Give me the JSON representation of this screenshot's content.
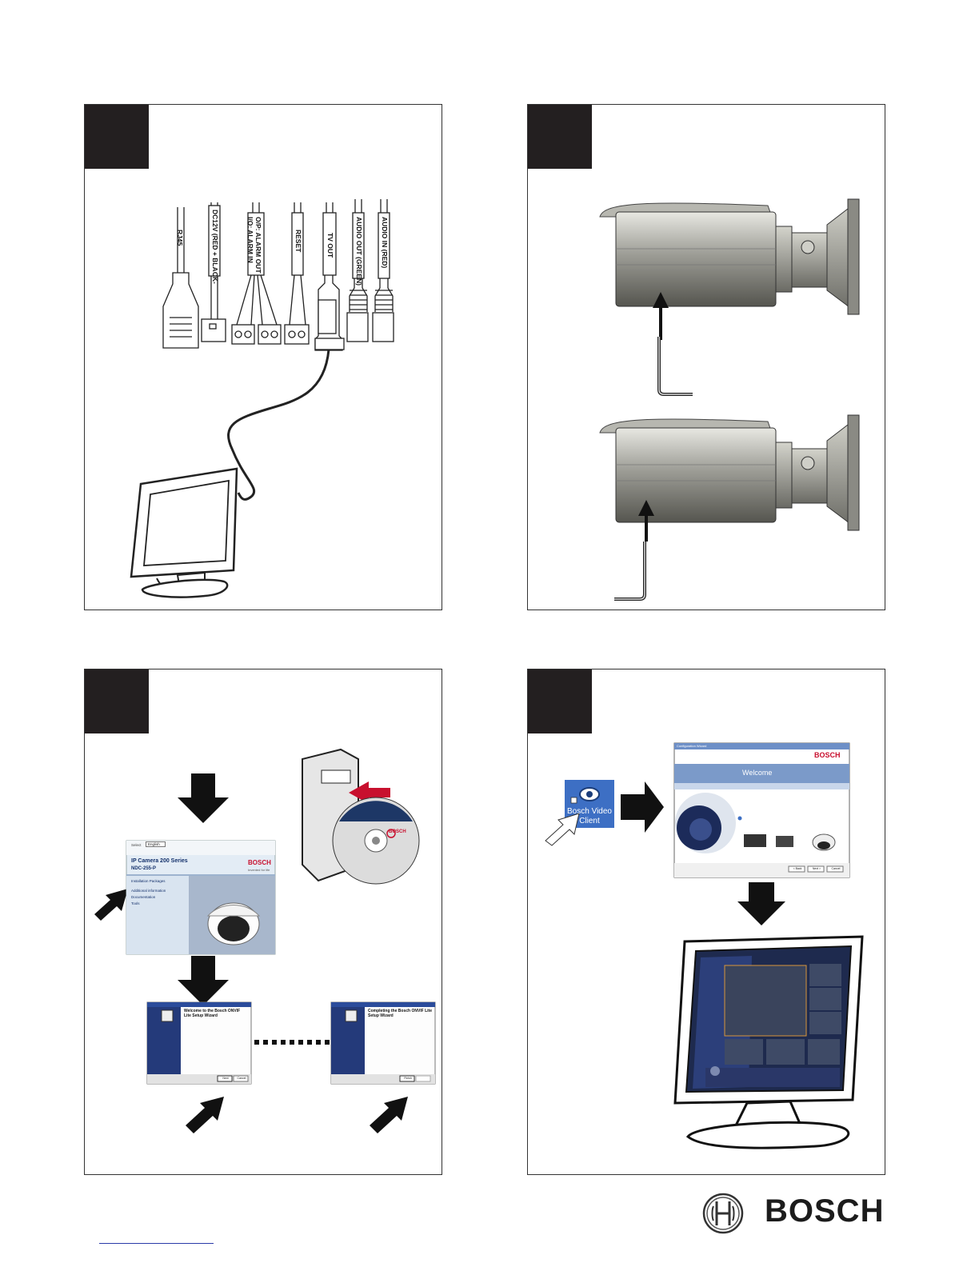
{
  "panel1": {
    "cables": [
      {
        "label": "RJ45"
      },
      {
        "label": "DC12V (RED + BLACK-"
      },
      {
        "label": "O/P: ALARM OUT"
      },
      {
        "label": "I/O: ALARM IN"
      },
      {
        "label": "RESET"
      },
      {
        "label": "TV OUT"
      },
      {
        "label": "AUDIO OUT (GREEN)"
      },
      {
        "label": "AUDIO IN (RED)"
      }
    ]
  },
  "panel3": {
    "cd_brand": "BOSCH",
    "launcher": {
      "title": "IP Camera 200 Series",
      "model": "NDC-255-P",
      "brand": "BOSCH",
      "tagline": "Invented for life",
      "language_label": "Select",
      "language_value": "English",
      "links": [
        "Installation Packages",
        "Additional information",
        "Documentation",
        "Tools"
      ]
    },
    "wizard_welcome": {
      "title": "Welcome to the Bosch ONVIF Lite Setup Wizard",
      "next_button": "Next",
      "cancel_button": "Cancel"
    },
    "wizard_complete": {
      "title": "Completing the Bosch ONVIF Lite Setup Wizard",
      "finish_button": "Finish"
    }
  },
  "panel4": {
    "desktop_icon_label": "Bosch Video Client",
    "config_wizard": {
      "window_title": "Configuration Wizard",
      "brand": "BOSCH",
      "heading": "Welcome",
      "buttons": [
        "< Back",
        "Next >",
        "Cancel"
      ]
    }
  },
  "footer": {
    "brand": "BOSCH"
  }
}
